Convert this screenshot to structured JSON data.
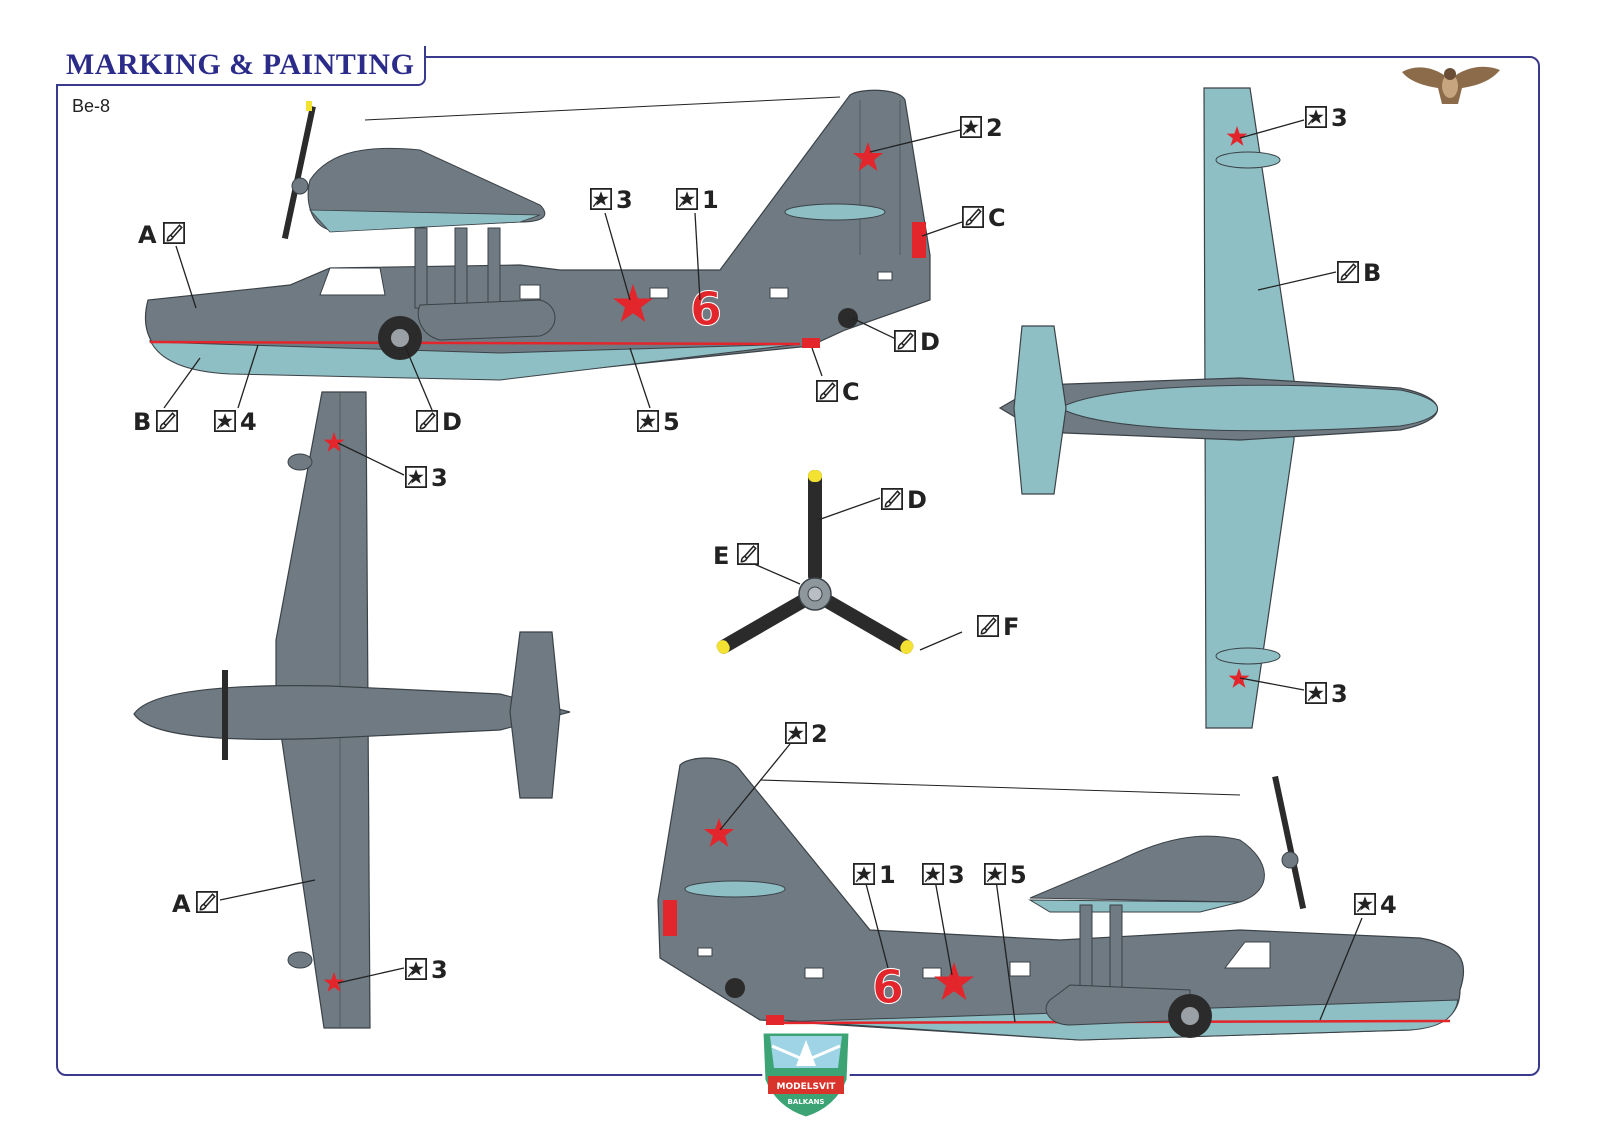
{
  "title": "MARKING & PAINTING",
  "model": "Be-8",
  "fuselage_number": "6",
  "logo_text_1": "MODELSVIT",
  "logo_text_2": "BALKANS",
  "colors": {
    "grey_A": "#6f7a82",
    "light_blue_B": "#8ebfc4",
    "red_C": "#e2262c",
    "black_D": "#2b2b2b",
    "yellow_F": "#f4e233",
    "frame": "#3a3a8c"
  },
  "paint_callouts": [
    "A",
    "B",
    "C",
    "D",
    "E",
    "F"
  ],
  "decal_callouts": [
    "1",
    "2",
    "3",
    "4",
    "5"
  ],
  "callouts": {
    "side_top": {
      "a": "A",
      "b": "B",
      "c_tail": "C",
      "c_keel": "C",
      "d_wheel": "D",
      "d_tail": "D",
      "n2": "2",
      "n3": "3",
      "n1": "1",
      "n4": "4",
      "n5": "5"
    },
    "top_view": {
      "a": "A",
      "n3_top": "3",
      "n3_bottom": "3"
    },
    "bottom_view": {
      "b": "B",
      "n3_top": "3",
      "n3_bottom": "3"
    },
    "propeller": {
      "d": "D",
      "e": "E",
      "f": "F"
    },
    "side_bottom": {
      "n2": "2",
      "n1": "1",
      "n3": "3",
      "n5": "5",
      "n4": "4"
    }
  }
}
